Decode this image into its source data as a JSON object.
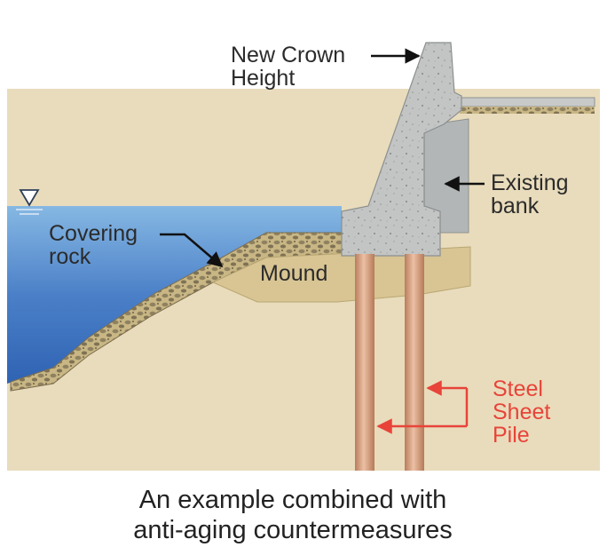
{
  "diagram": {
    "labels": {
      "crown_line1": "New Crown",
      "crown_line2": "Height",
      "existing_line1": "Existing",
      "existing_line2": "bank",
      "covering_line1": "Covering",
      "covering_line2": "rock",
      "mound": "Mound",
      "pile_line1": "Steel",
      "pile_line2": "Sheet",
      "pile_line3": "Pile"
    },
    "caption_line1": "An example combined with",
    "caption_line2": "anti-aging countermeasures"
  },
  "colors": {
    "water_top": "#86b8e3",
    "water_bottom": "#2f63b3",
    "ground": "#e9dcbc",
    "mound": "#d8c593",
    "concrete": "#c5c7c7",
    "pile": "#d9a688",
    "label_text": "#2b2b2b",
    "red_accent": "#e8443a"
  }
}
